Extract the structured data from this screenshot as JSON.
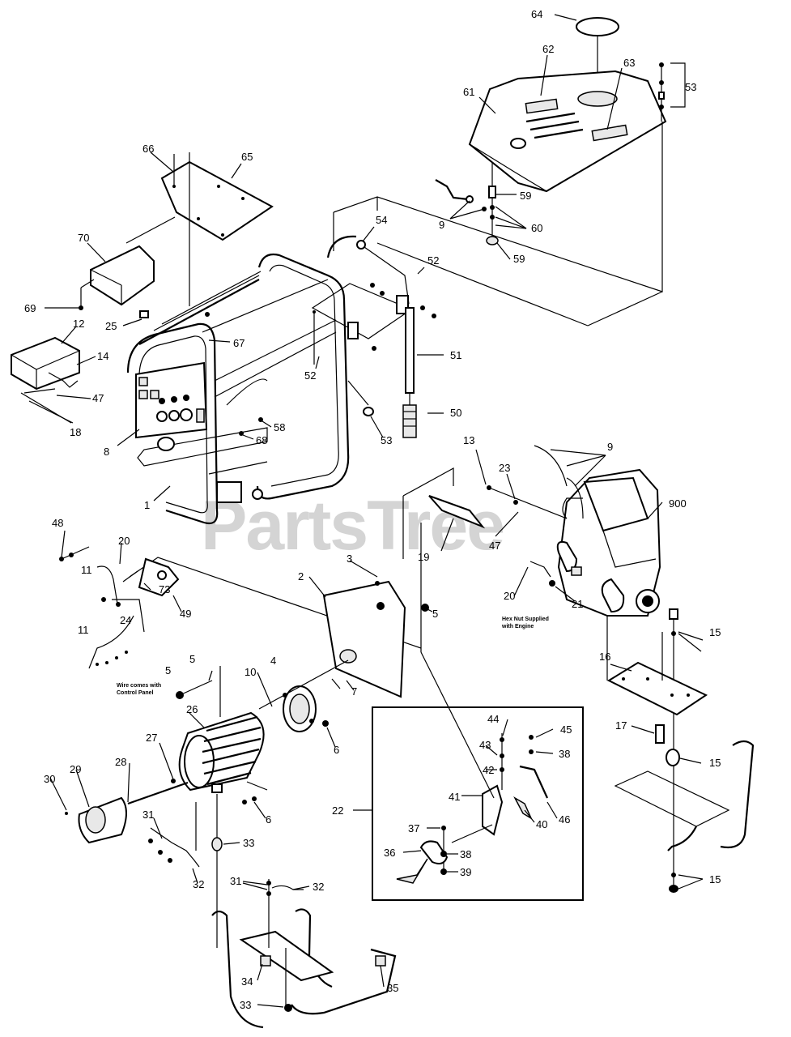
{
  "watermark": "PartsTree",
  "notes": {
    "hex_nut": [
      "Hex Nut Supplied",
      "with Engine"
    ],
    "wire_comes": [
      "Wire comes with",
      "Control Panel"
    ]
  },
  "callouts": {
    "c64": "64",
    "c62": "62",
    "c63": "63",
    "c61": "61",
    "c53a": "53",
    "c59a": "59",
    "c9a": "9",
    "c60": "60",
    "c59b": "59",
    "c66": "66",
    "c65": "65",
    "c70": "70",
    "c69": "69",
    "c54": "54",
    "c52a": "52",
    "c25": "25",
    "c67": "67",
    "c12": "12",
    "c14": "14",
    "c47a": "47",
    "c18": "18",
    "c52b": "52",
    "c51": "51",
    "c50": "50",
    "c53b": "53",
    "c58": "58",
    "c68": "68",
    "c8": "8",
    "c1": "1",
    "c13": "13",
    "c23": "23",
    "c9b": "9",
    "c900": "900",
    "c19": "19",
    "c47b": "47",
    "c48": "48",
    "c20a": "20",
    "c11a": "11",
    "c73": "73",
    "c49": "49",
    "c24": "24",
    "c11b": "11",
    "c3": "3",
    "c2": "2",
    "c5a": "5",
    "c20b": "20",
    "c21": "21",
    "c15a": "15",
    "c16": "16",
    "c5b": "5",
    "c5c": "5",
    "c10": "10",
    "c4": "4",
    "c7": "7",
    "c26": "26",
    "c6a": "6",
    "c27": "27",
    "c28": "28",
    "c29": "29",
    "c30": "30",
    "c6b": "6",
    "c31a": "31",
    "c32a": "32",
    "c33a": "33",
    "c44": "44",
    "c45": "45",
    "c43": "43",
    "c38a": "38",
    "c42": "42",
    "c41": "41",
    "c22": "22",
    "c40": "40",
    "c46": "46",
    "c37": "37",
    "c36": "36",
    "c38b": "38",
    "c39": "39",
    "c17": "17",
    "c15b": "15",
    "c15c": "15",
    "c31b": "31",
    "c32b": "32",
    "c34": "34",
    "c35": "35",
    "c33b": "33"
  }
}
